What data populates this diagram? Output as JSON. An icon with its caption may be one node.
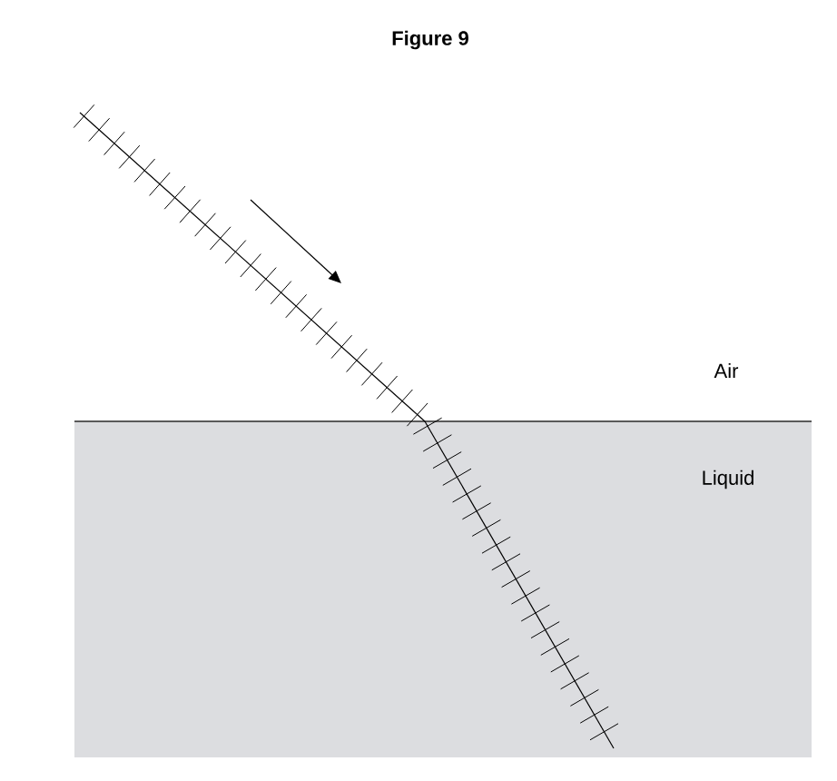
{
  "diagram": {
    "title": "Figure 9",
    "nodes": [
      {
        "text": [
          "Liquid"
        ]
      }
    ],
    "labels": [
      "Air"
    ]
  }
}
